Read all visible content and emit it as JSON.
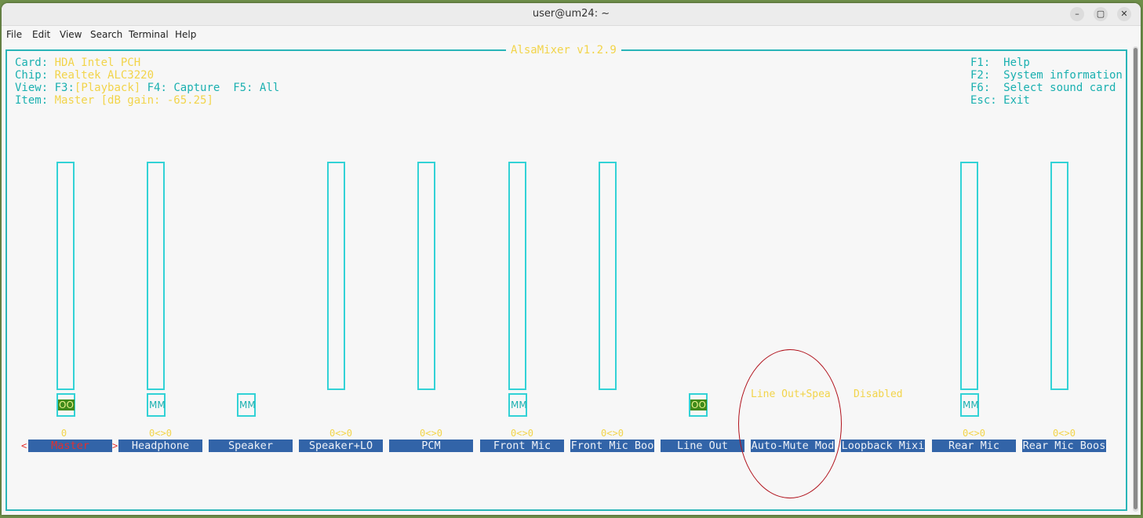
{
  "window": {
    "title": "user@um24: ~"
  },
  "menu": [
    "File",
    "Edit",
    "View",
    "Search",
    "Terminal",
    "Help"
  ],
  "mixer": {
    "title": "AlsaMixer v1.2.9",
    "card_label": "Card:",
    "card_value": "HDA Intel PCH",
    "chip_label": "Chip:",
    "chip_value": "Realtek ALC3220",
    "view_label": "View:",
    "view_f3": "F3:",
    "view_playback": "[Playback]",
    "view_rest": " F4: Capture  F5: All",
    "item_label": "Item:",
    "item_value": "Master [dB gain: -65.25]",
    "help": [
      "F1:  Help",
      "F2:  System information",
      "F6:  Select sound card",
      "Esc: Exit"
    ]
  },
  "controls": [
    {
      "label": "Master",
      "value": "0",
      "mute": "OO",
      "mute_on": true,
      "selected": true
    },
    {
      "label": "Headphone",
      "value": "0<>0",
      "mute": "MM",
      "mute_on": false
    },
    {
      "label": "Speaker",
      "value": "",
      "mute": "MM",
      "mute_on": false
    },
    {
      "label": "Speaker+LO",
      "value": "0<>0",
      "mute": "",
      "mute_on": false
    },
    {
      "label": "PCM",
      "value": "0<>0",
      "mute": "",
      "mute_on": false
    },
    {
      "label": "Front Mic",
      "value": "0<>0",
      "mute": "MM",
      "mute_on": false
    },
    {
      "label": "Front Mic Boo",
      "value": "0<>0",
      "mute": "",
      "mute_on": false
    },
    {
      "label": "Line Out",
      "value": "",
      "mute": "OO",
      "mute_on": true
    },
    {
      "label": "Auto-Mute Mod",
      "value": "",
      "mute": "",
      "mute_on": false
    },
    {
      "label": "Loopback Mixi",
      "value": "",
      "mute": "",
      "mute_on": false
    },
    {
      "label": "Rear Mic",
      "value": "0<>0",
      "mute": "MM",
      "mute_on": false
    },
    {
      "label": "Rear Mic Boos",
      "value": "0<>0",
      "mute": "",
      "mute_on": false
    }
  ],
  "enum_text": {
    "automute": "Line Out+Spea",
    "loopback": "Disabled"
  },
  "selection_arrows": {
    "left": "<",
    "right": ">"
  }
}
